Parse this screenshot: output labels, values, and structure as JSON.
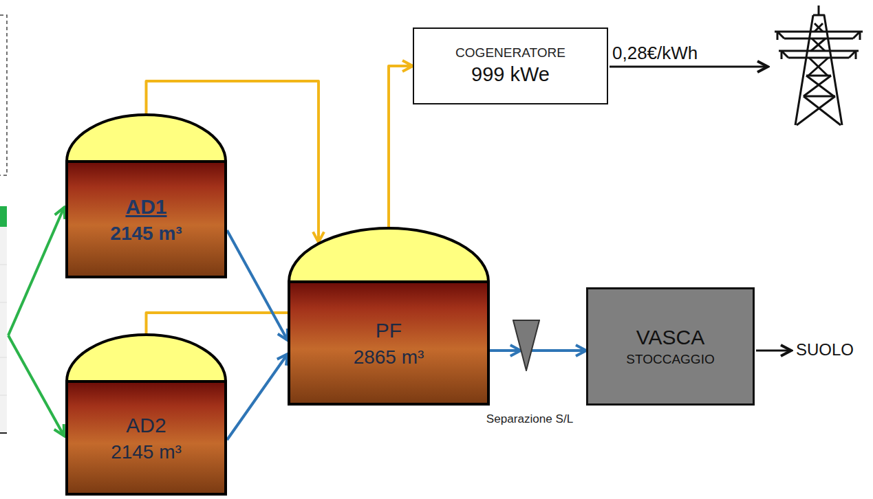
{
  "diagram": {
    "nodes": [
      {
        "text": [
          "AD1",
          "2145 m³"
        ]
      },
      {
        "text": [
          "AD2",
          "2145 m³"
        ]
      },
      {
        "text": [
          "PF",
          "2865 m³"
        ]
      },
      {
        "text": [
          "COGENERATORE",
          "999 kWe"
        ]
      },
      {
        "text": [
          "Separazione S/L"
        ]
      },
      {
        "text": [
          "VASCA",
          "STOCCAGGIO"
        ]
      }
    ],
    "edges": [
      {
        "from": 0,
        "to": 2,
        "arrow": "to"
      },
      {
        "from": 1,
        "to": 2,
        "arrow": "to"
      },
      {
        "from": 2,
        "to": 3,
        "arrow": "to"
      },
      {
        "from": 0,
        "to": 2,
        "arrow": "to"
      },
      {
        "from": 1,
        "to": 2,
        "arrow": "to"
      },
      {
        "from": 2,
        "to": 4,
        "arrow": "to"
      },
      {
        "from": 4,
        "to": 5,
        "arrow": "to"
      }
    ],
    "labels": [
      "0,28€/kWh",
      "SUOLO"
    ]
  }
}
